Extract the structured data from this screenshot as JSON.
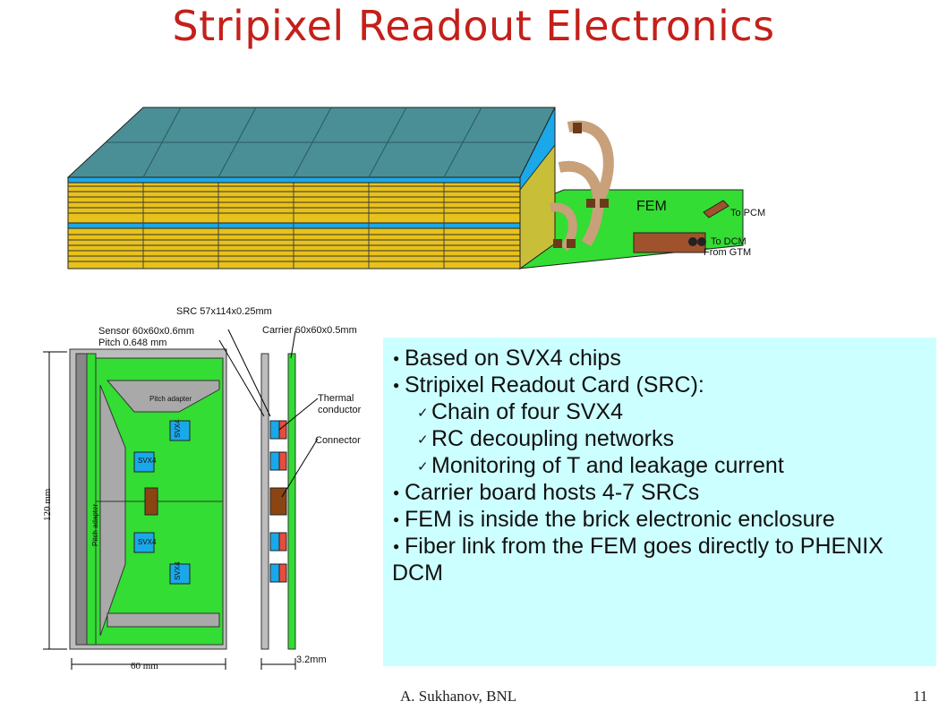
{
  "slide": {
    "title": "Stripixel Readout Electronics",
    "footer_author": "A. Sukhanov, BNL",
    "page_number": "11"
  },
  "top_diagram": {
    "fem_label": "FEM",
    "to_pcm": "To PCM",
    "to_dcm": "To DCM",
    "from_gtm": "From GTM"
  },
  "sensor_diagram": {
    "src_label": "SRC 57x114x0.25mm",
    "sensor_label_line1": "Sensor 60x60x0.6mm",
    "sensor_label_line2": "Pitch 0.648 mm",
    "carrier_label": "Carrier 60x60x0.5mm",
    "thermal_line1": "Thermal",
    "thermal_line2": "conductor",
    "connector_label": "Connector",
    "pitch_adapter_top": "Pitch adapter",
    "pitch_adapter_side": "Pitch adapter",
    "chip_labels": [
      "SVX4",
      "SVX4",
      "SVX4",
      "SVX4"
    ],
    "dim_height": "120 mm",
    "dim_width": "60 mm",
    "dim_thickness": "3.2mm"
  },
  "bullets": {
    "b1": "Based on SVX4 chips",
    "b2": "Stripixel Readout Card (SRC):",
    "s1": "Chain of four SVX4",
    "s2": "RC decoupling networks",
    "s3": "Monitoring of T and leakage current",
    "b3": "Carrier board hosts 4-7 SRCs",
    "b4": "FEM is inside the brick electronic enclosure",
    "b5": "Fiber link from the FEM goes directly to PHENIX DCM"
  },
  "colors": {
    "title": "#c4201a",
    "sensor_top": "#4a8f95",
    "board_yellow": "#e8c21a",
    "carrier_blue": "#1aa8e8",
    "fem_green": "#33dd33",
    "bullet_bg": "#ccffff"
  }
}
